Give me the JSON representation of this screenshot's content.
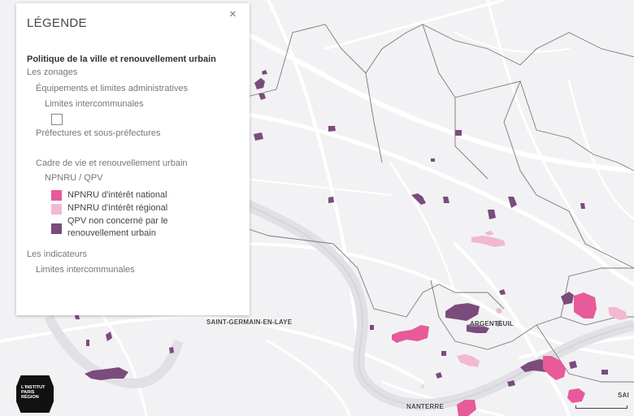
{
  "colors": {
    "background": "#f2f2f4",
    "road": "#ffffff",
    "river_halo": "#e0e0e5",
    "boundary": "#7a7a7a",
    "npnru_national": "#e85a9a",
    "npnru_regional": "#f2b8d2",
    "qpv_other": "#7a4c7c"
  },
  "legend": {
    "title": "LÉGENDE",
    "close": "×",
    "heading": "Politique de la ville et renouvellement urbain",
    "section1": "Les zonages",
    "group1": "Équipements et limites administratives",
    "item1": "Limites intercommunales",
    "item2": "Préfectures et sous-préfectures",
    "group2": "Cadre de vie et renouvellement urbain",
    "subgroup2": "NPNRU / QPV",
    "npnru_national": "NPNRU d'intérêt national",
    "npnru_regional": "NPNRU d'intérêt régional",
    "qpv_line1": "QPV non concerné par le",
    "qpv_line2": "renouvellement urbain",
    "section2": "Les indicateurs",
    "item3": "Limites intercommunales"
  },
  "labels": {
    "saint_germain": "SAINT-GERMAIN-EN-LAYE",
    "argenteuil": "ARGENTEUIL",
    "nanterre": "NANTERRE",
    "sai": "SAI"
  },
  "logo": {
    "text": "L'INSTITUT\nPARIS\nRÉGION"
  }
}
